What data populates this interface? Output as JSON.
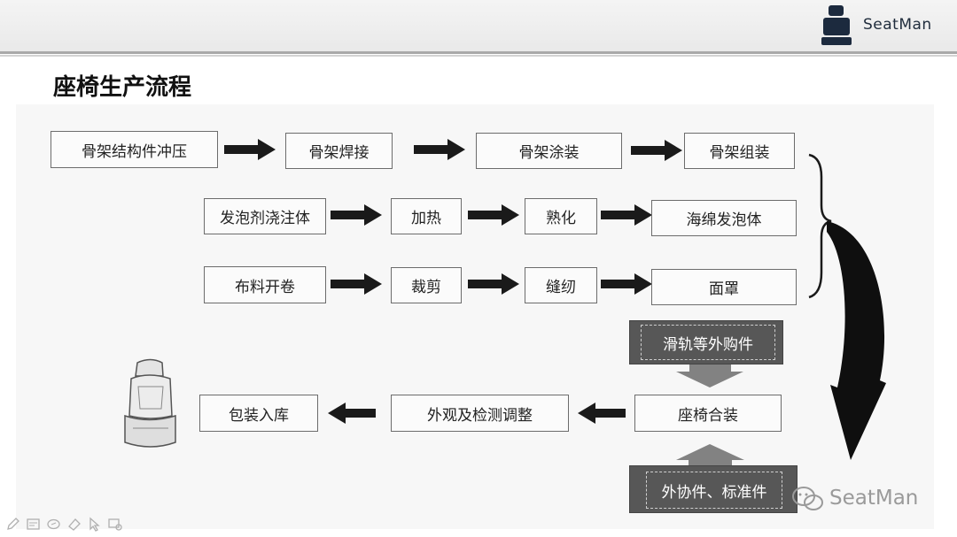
{
  "header": {
    "brand": "SeatMan",
    "logo_icon": "seat-logo-icon"
  },
  "page_title": "座椅生产流程",
  "flow": {
    "row1": [
      "骨架结构件冲压",
      "骨架焊接",
      "骨架涂装",
      "骨架组装"
    ],
    "row2": [
      "发泡剂浇注体",
      "加热",
      "熟化",
      "海绵发泡体"
    ],
    "row3": [
      "布料开卷",
      "裁剪",
      "缝纫",
      "面罩"
    ],
    "purchased_parts": "滑轨等外购件",
    "seat_assembly": "座椅合装",
    "outsourced_parts": "外协件、标准件",
    "inspection": "外观及检测调整",
    "packaging": "包装入库"
  },
  "watermark": {
    "text": "SeatMan",
    "icon": "wechat-icon"
  },
  "toolbar": {
    "icons": [
      "pen-icon",
      "slides-icon",
      "highlighter-icon",
      "eraser-icon",
      "pointer-icon",
      "screen-icon"
    ]
  },
  "colors": {
    "arrow": "#1a1a1a",
    "dark_box": "#575757",
    "gray_arrow": "#828282",
    "logo": "#1c2a3e"
  }
}
